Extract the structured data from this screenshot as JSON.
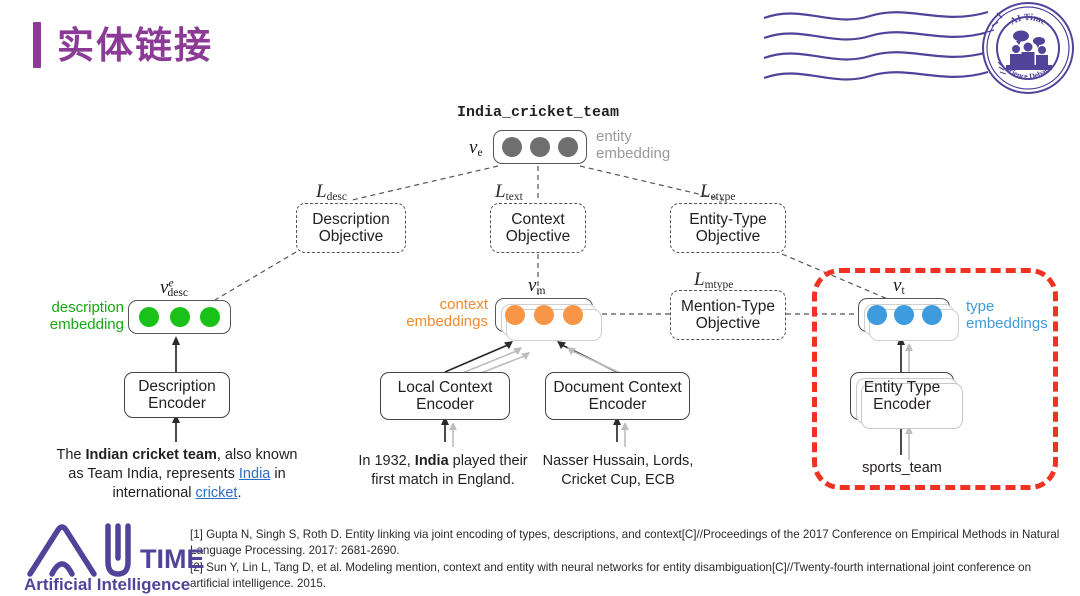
{
  "header": {
    "title": "实体链接",
    "accent_color": "#8b3a96",
    "seal_top_text": "AI Time",
    "seal_bottom_text": "Science Debate"
  },
  "diagram": {
    "entity_name": "India_cricket_team",
    "entity_embedding": {
      "symbol_v": "v",
      "symbol_sub": "e",
      "label_line1": "entity",
      "label_line2": "embedding",
      "dot_color": "#6f6f6f",
      "dot_count": 3
    },
    "objectives": [
      {
        "loss": "L",
        "loss_sub": "desc",
        "line1": "Description",
        "line2": "Objective"
      },
      {
        "loss": "L",
        "loss_sub": "text",
        "line1": "Context",
        "line2": "Objective"
      },
      {
        "loss": "L",
        "loss_sub": "etype",
        "line1": "Entity-Type",
        "line2": "Objective"
      },
      {
        "loss": "L",
        "loss_sub": "mtype",
        "line1": "Mention-Type",
        "line2": "Objective"
      }
    ],
    "description_branch": {
      "symbol_v": "v",
      "symbol_sub": "desc",
      "symbol_sup": "e",
      "label_line1": "description",
      "label_line2": "embedding",
      "label_color": "#16a916",
      "dot_color": "#19c119",
      "dot_count": 3,
      "encoder_line1": "Description",
      "encoder_line2": "Encoder",
      "caption_pre": "The ",
      "caption_bold": "Indian cricket team",
      "caption_mid": ", also known as Team India, represents ",
      "caption_link1": "India",
      "caption_mid2": " in international ",
      "caption_link2": "cricket",
      "caption_end": "."
    },
    "context_branch": {
      "symbol_v": "v",
      "symbol_sub": "m",
      "label_line1": "context",
      "label_line2": "embeddings",
      "label_color": "#f08a2e",
      "dot_color": "#f79646",
      "dot_count": 3,
      "local_encoder_line1": "Local Context",
      "local_encoder_line2": "Encoder",
      "doc_encoder_line1": "Document Context",
      "doc_encoder_line2": "Encoder",
      "local_caption_pre": "In 1932, ",
      "local_caption_bold": "India",
      "local_caption_post": " played their first match in England.",
      "doc_caption": "Nasser Hussain, Lords, Cricket Cup, ECB"
    },
    "type_branch": {
      "symbol_v": "v",
      "symbol_sub": "t",
      "label_line1": "type",
      "label_line2": "embeddings",
      "label_color": "#3e9bdd",
      "dot_color": "#3e9bdd",
      "dot_count": 3,
      "encoder_line1": "Entity Type",
      "encoder_line2": "Encoder",
      "caption": "sports_team",
      "highlight_color": "#f03224"
    }
  },
  "footer": {
    "references": [
      "[1] Gupta N, Singh S, Roth D. Entity linking via joint encoding of types, descriptions, and context[C]//Proceedings of the 2017 Conference on Empirical Methods in Natural Language Processing. 2017: 2681-2690.",
      "[2] Sun Y, Lin L, Tang D, et al. Modeling mention, context and entity with neural networks for entity disambiguation[C]//Twenty-fourth international joint conference on artificial intelligence. 2015."
    ],
    "logo_main": "TIME",
    "logo_sub": "Artificial Intelligence",
    "logo_color": "#51439a"
  }
}
